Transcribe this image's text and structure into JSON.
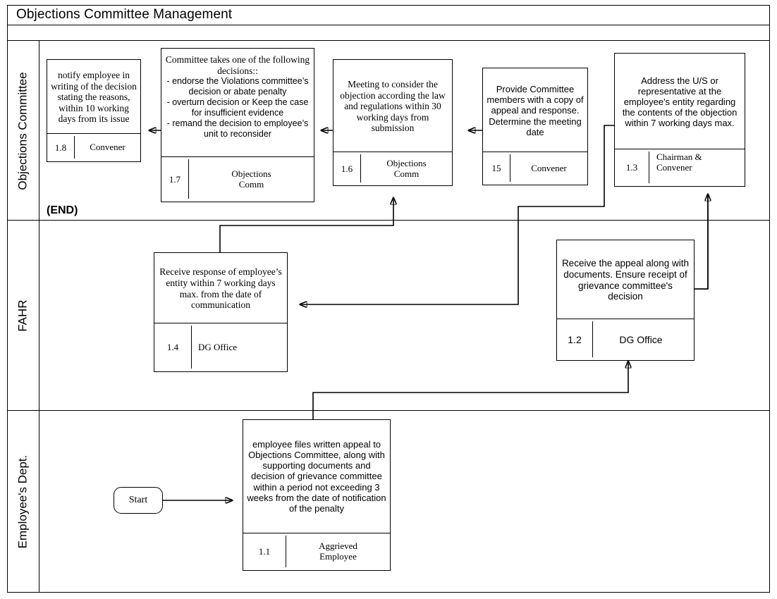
{
  "header": {
    "title": "Objections Committee Management"
  },
  "lanes": [
    {
      "id": "objections-committee",
      "label": "Objections  Committee"
    },
    {
      "id": "fahr",
      "label": "FAHR"
    },
    {
      "id": "employees-dept",
      "label": "Employee's Dept."
    }
  ],
  "markers": {
    "end": "(END)",
    "start": "Start"
  },
  "boxes": [
    {
      "id": "1.8",
      "lane": "objections-committee",
      "text": "notify employee in writing of the decision stating the reasons, within 10 working days from its issue",
      "number": "1.8",
      "role": "Convener",
      "font": "serif"
    },
    {
      "id": "1.7",
      "lane": "objections-committee",
      "text_serif": "Committee takes one of the following  decisions::",
      "text_sans": "- endorse the Violations committee’s decision or abate penalty\n- overturn decision  or Keep the case for insufficient evidence\n- remand the decision to employee’s unit to reconsider",
      "number": "1.7",
      "role": "Objections Comm",
      "font": "mixed"
    },
    {
      "id": "1.6",
      "lane": "objections-committee",
      "text": "Meeting to consider the objection according the law and regulations within 30 working days from submission",
      "number": "1.6",
      "role": "Objections Comm",
      "font": "serif"
    },
    {
      "id": "15",
      "lane": "objections-committee",
      "text": "Provide Committee members with a copy of appeal and response.\nDetermine the meeting date",
      "number": "15",
      "role": "Convener",
      "font": "sans"
    },
    {
      "id": "1.3",
      "lane": "objections-committee",
      "text": "Address the U/S or representative at the employee's entity regarding the contents of the objection within 7 working days max.",
      "number": "1.3",
      "role": "Chairman & Convener",
      "font": "sans"
    },
    {
      "id": "1.4",
      "lane": "fahr",
      "text": "Receive response of employee’s entity within 7 working days max. from the date of communication",
      "number": "1.4",
      "role": "DG Office",
      "font": "serif"
    },
    {
      "id": "1.2",
      "lane": "fahr",
      "text": "Receive the appeal along with documents. Ensure receipt of grievance committee's decision",
      "number": "1.2",
      "role": "DG Office",
      "font": "sans"
    },
    {
      "id": "1.1",
      "lane": "employees-dept",
      "text": "employee files written appeal to Objections Committee, along with supporting documents and decision of grievance committee  within a period not exceeding 3 weeks from the date of notification of the penalty",
      "number": "1.1",
      "role": "Aggrieved Employee",
      "font": "sans"
    }
  ],
  "colors": {
    "stroke": "#000000",
    "background": "#ffffff"
  }
}
